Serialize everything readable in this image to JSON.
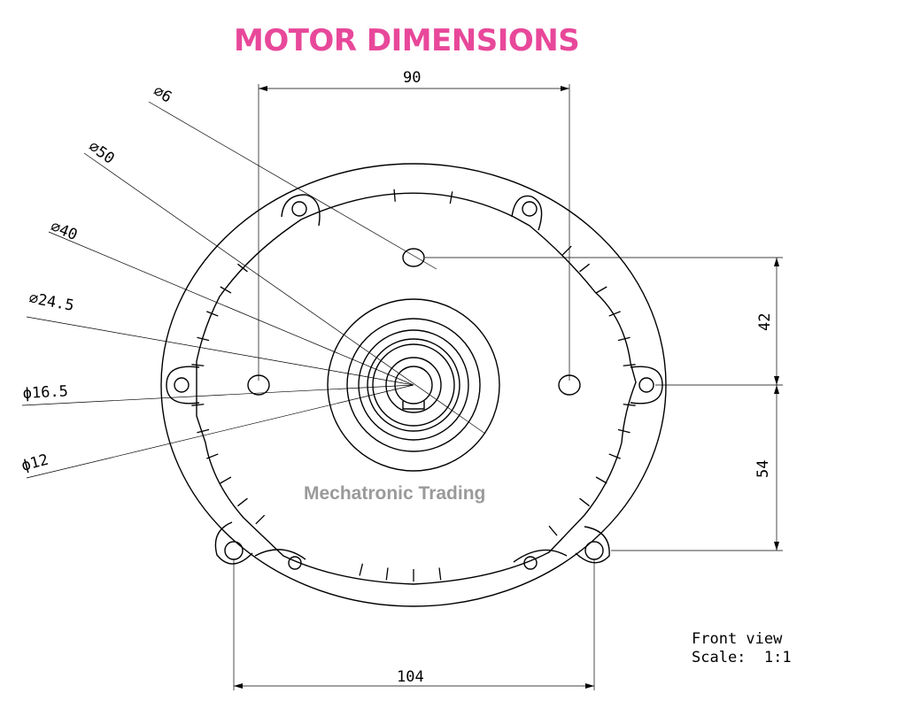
{
  "title": "MOTOR DIMENSIONS",
  "watermark": "Mechatronic Trading",
  "caption": {
    "view": "Front view",
    "scale": "Scale:  1:1"
  },
  "dimensions": {
    "top_width": "90",
    "bottom_width": "104",
    "upper_height": "42",
    "lower_height": "54"
  },
  "diameters": [
    {
      "label": "⌀6"
    },
    {
      "label": "⌀50"
    },
    {
      "label": "⌀40"
    },
    {
      "label": "⌀24.5"
    },
    {
      "label": "ϕ16.5"
    },
    {
      "label": "ϕ12"
    }
  ],
  "colors": {
    "title": "#e8489a",
    "watermark": "#9a9a9a",
    "lines": "#000000"
  }
}
